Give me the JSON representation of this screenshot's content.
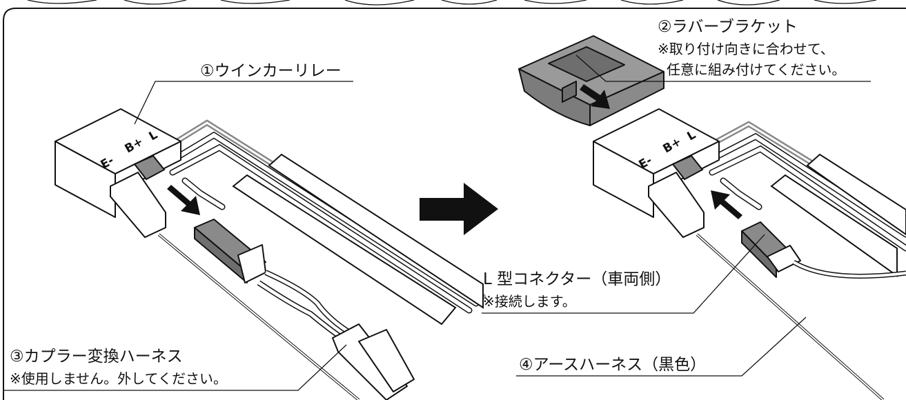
{
  "left_panel": {
    "relay_label": "①ウインカーリレー",
    "relay_terminals": {
      "e": "E-",
      "b": "B+",
      "l": "L"
    },
    "harness_label": "③カプラー変換ハーネス",
    "harness_note": "※使用しません。外してください。"
  },
  "right_panel": {
    "bracket_label": "②ラバーブラケット",
    "bracket_note_1": "※取り付け向きに合わせて、",
    "bracket_note_2": "任意に組み付けてください。",
    "relay_terminals": {
      "e": "E-",
      "b": "B+",
      "l": "L"
    },
    "connector_label": "L 型コネクター（車両側）",
    "connector_note": "※接続します。",
    "ground_label": "④アースハーネス（黒色）"
  },
  "colors": {
    "line": "#111111",
    "part_grey": "#8a8a8a",
    "body_white": "#ffffff"
  }
}
